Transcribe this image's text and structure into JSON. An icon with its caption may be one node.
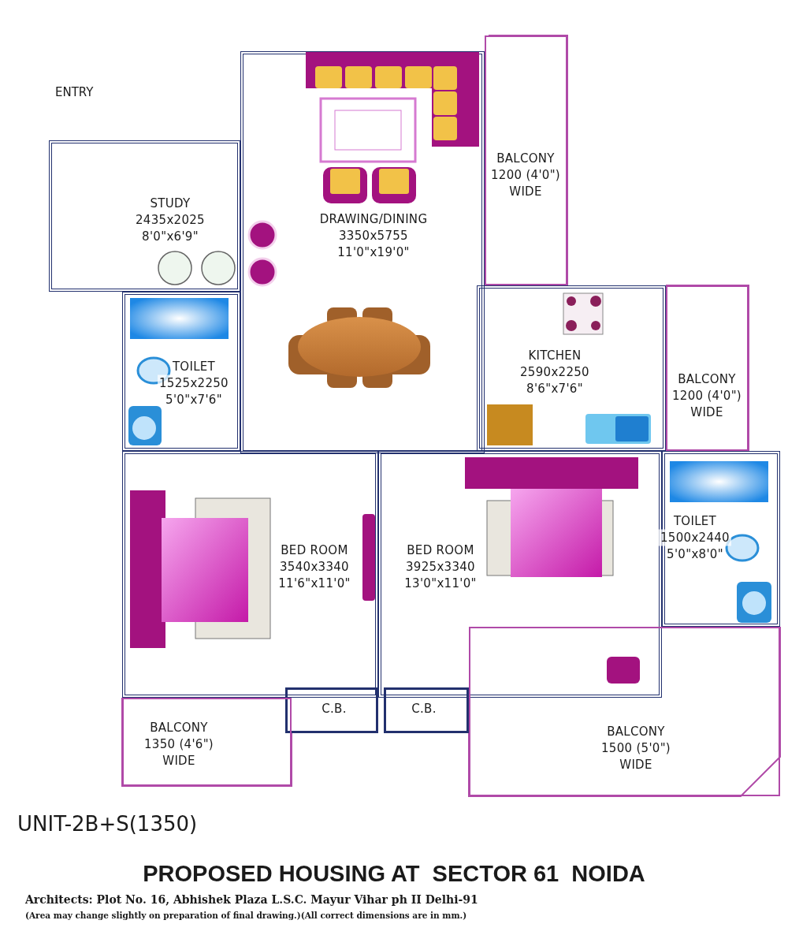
{
  "diagram": {
    "title": "PROPOSED HOUSING AT  SECTOR 61  NOIDA",
    "nodes": [
      {
        "text": [
          "STUDY",
          "2435x2025",
          "8'0\"x6'9\""
        ]
      },
      {
        "text": [
          "DRAWING/DINING",
          "3350x5755",
          "11'0\"x19'0\""
        ]
      },
      {
        "text": [
          "BALCONY",
          "1200 (4'0\")",
          "WIDE"
        ]
      },
      {
        "text": [
          "TOILET",
          "1525x2250",
          "5'0\"x7'6\""
        ]
      },
      {
        "text": [
          "KITCHEN",
          "2590x2250",
          "8'6\"x7'6\""
        ]
      },
      {
        "text": [
          "BALCONY",
          "1200 (4'0\")",
          "WIDE"
        ]
      },
      {
        "text": [
          "BED ROOM",
          "3540x3340",
          "11'6\"x11'0\""
        ]
      },
      {
        "text": [
          "BED ROOM",
          "3925x3340",
          "13'0\"x11'0\""
        ]
      },
      {
        "text": [
          "TOILET",
          "1500x2440",
          "5'0\"x8'0\""
        ]
      },
      {
        "text": [
          "C.B."
        ]
      },
      {
        "text": [
          "C.B."
        ]
      },
      {
        "text": [
          "BALCONY",
          "1350 (4'6\")",
          "WIDE"
        ]
      },
      {
        "text": [
          "BALCONY",
          "1500 (5'0\")",
          "WIDE"
        ]
      }
    ],
    "labels": [
      "ENTRY",
      "UNIT-2B+S(1350)",
      "Architects: Plot No. 16, Abhishek Plaza L.S.C. Mayur Vihar ph II Delhi-91",
      "(Area may change slightly on preparation of final drawing.)(All correct dimensions are in mm.)"
    ]
  }
}
